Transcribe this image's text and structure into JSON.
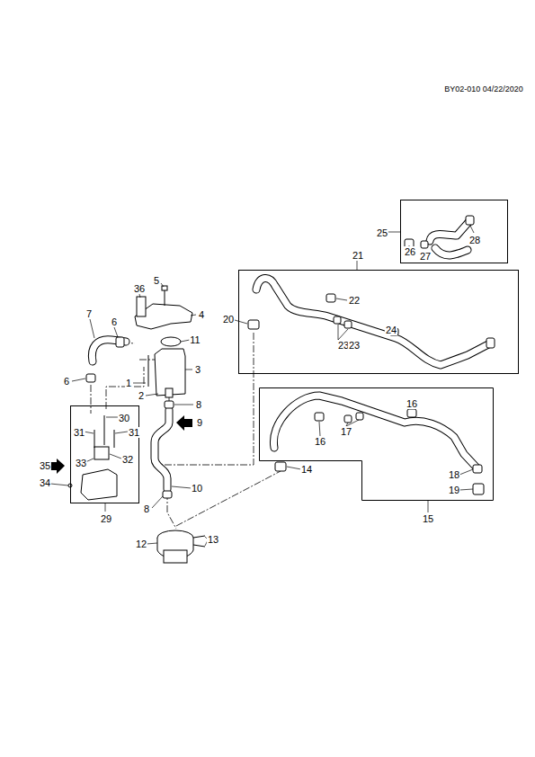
{
  "diagram": {
    "nodes": [
      {
        "text": [
          "21",
          "22",
          "23",
          "23",
          "24"
        ]
      },
      {
        "text": [
          "25",
          "26",
          "27",
          "28"
        ]
      },
      {
        "text": [
          "15",
          "16",
          "16",
          "17",
          "18",
          "19"
        ]
      },
      {
        "text": [
          "29",
          "30",
          "31",
          "31",
          "32",
          "33"
        ]
      }
    ],
    "labels": [
      "BY02-010 04/22/2020",
      "1",
      "2",
      "3",
      "4",
      "5",
      "36",
      "6",
      "6",
      "7",
      "8",
      "8",
      "9",
      "10",
      "11",
      "12",
      "13",
      "14",
      "20",
      "34",
      "35"
    ]
  }
}
